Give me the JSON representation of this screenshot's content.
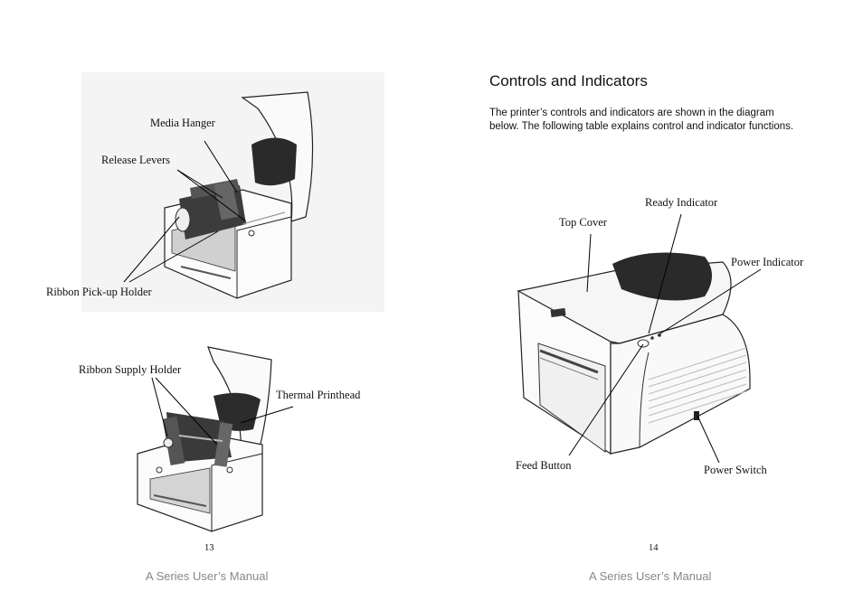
{
  "left_page": {
    "figure1_labels": {
      "media_hanger": "Media Hanger",
      "release_levers": "Release Levers",
      "ribbon_pickup_holder": "Ribbon Pick-up Holder"
    },
    "figure2_labels": {
      "ribbon_supply_holder": "Ribbon Supply Holder",
      "thermal_printhead": "Thermal Printhead"
    },
    "page_number": "13",
    "footer": "A Series User’s Manual"
  },
  "right_page": {
    "heading": "Controls and Indicators",
    "paragraph": "The printer’s controls and indicators are shown in the diagram below. The following table explains control and indicator functions.",
    "figure_labels": {
      "ready_indicator": "Ready Indicator",
      "top_cover": "Top Cover",
      "power_indicator": "Power Indicator",
      "feed_button": "Feed Button",
      "power_switch": "Power Switch"
    },
    "page_number": "14",
    "footer": "A Series User’s Manual"
  }
}
